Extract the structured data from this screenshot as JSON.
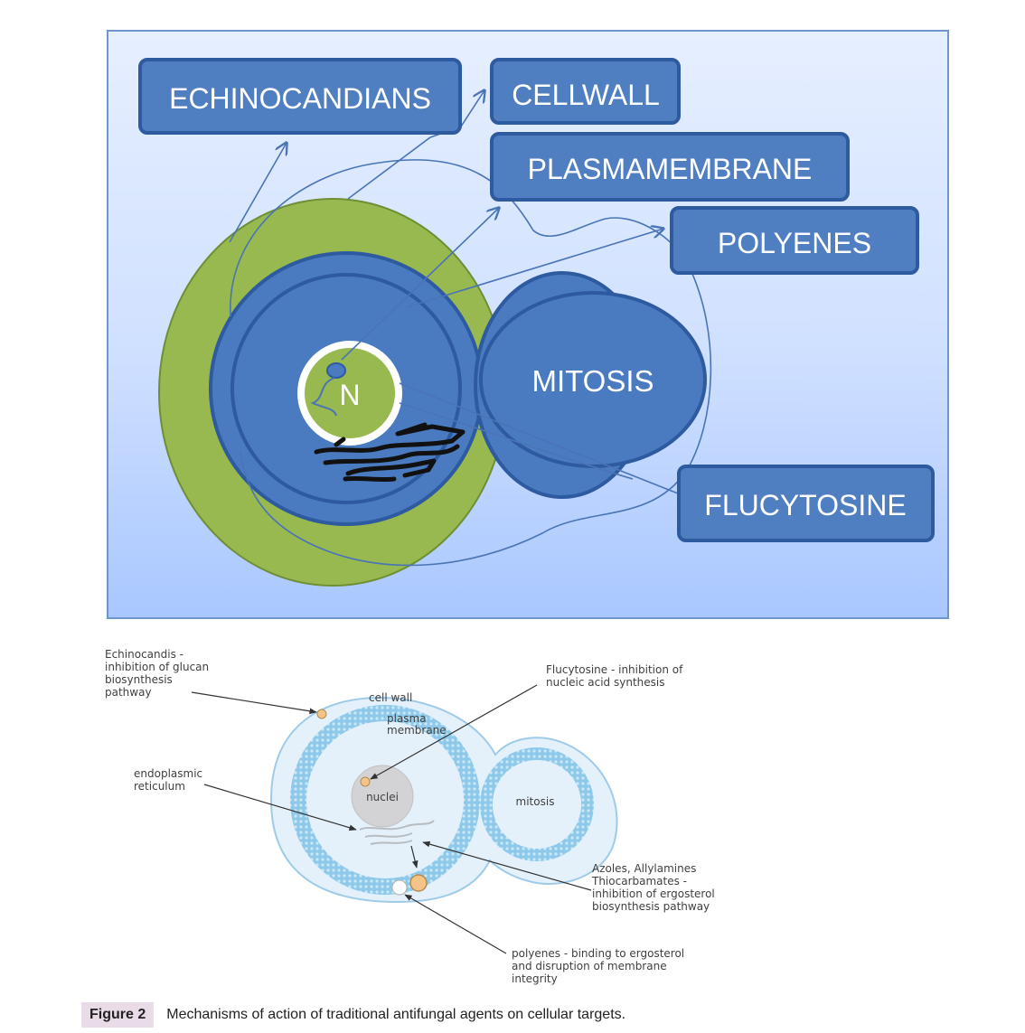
{
  "top_diagram": {
    "boxes": {
      "echinocandians": "ECHINOCANDIANS",
      "cellwall": "CELLWALL",
      "plasmamembrane": "PLASMAMEMBRANE",
      "polyenes": "POLYENES",
      "flucytosine": "FLUCYTOSINE"
    },
    "mitosis": "MITOSIS",
    "nucleus": "N",
    "colors": {
      "box_fill": "#4f7ec1",
      "box_border": "#2e5aa0",
      "cell_wall": "#98b850",
      "membrane": "#4a7bc0",
      "arrow": "#4a74b5"
    }
  },
  "bottom_diagram": {
    "echinocandis": [
      "Echinocandis -",
      "inhibition of glucan",
      "biosynthesis",
      "pathway"
    ],
    "cell_wall": "cell wall",
    "plasma_membrane": [
      "plasma",
      "membrane"
    ],
    "flucytosine": [
      "Flucytosine - inhibition of",
      "nucleic acid synthesis"
    ],
    "endoplasmic_reticulum": [
      "endoplasmic",
      "reticulum"
    ],
    "nuclei": "nuclei",
    "mitosis": "mitosis",
    "azoles": [
      "Azoles, Allylamines",
      "Thiocarbamates -",
      "inhibition of ergosterol",
      "biosynthesis pathway"
    ],
    "polyenes": [
      "polyenes - binding to ergosterol",
      "and disruption of membrane",
      "integrity"
    ]
  },
  "caption": {
    "label": "Figure 2",
    "text": "Mechanisms of action of traditional antifungal agents on cellular targets."
  }
}
